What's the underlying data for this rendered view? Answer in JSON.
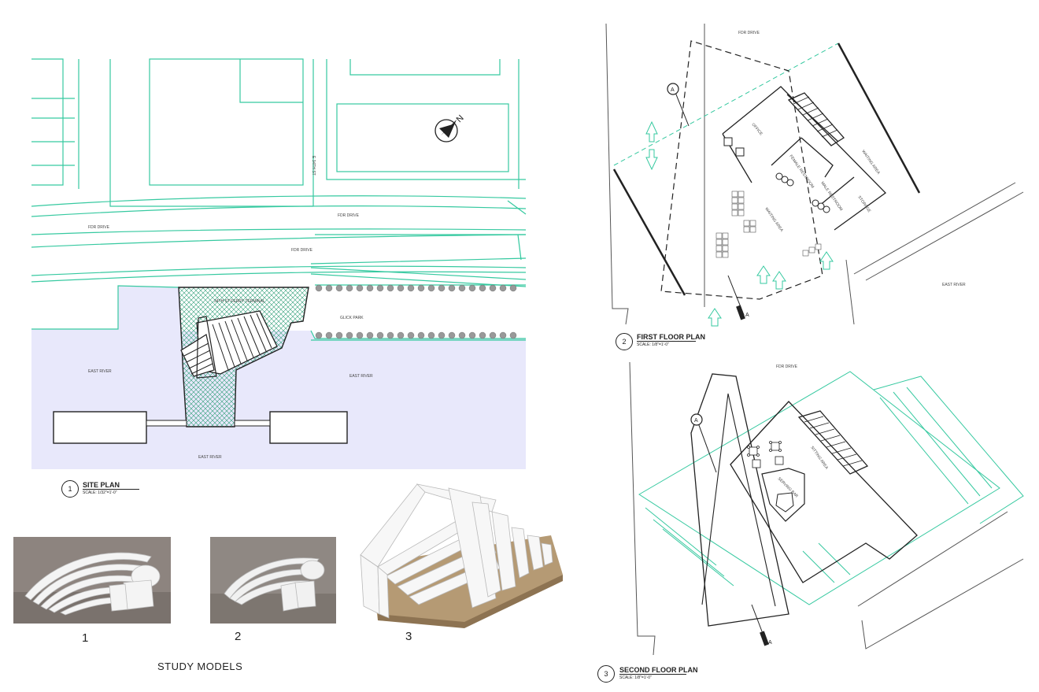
{
  "site_plan": {
    "number": "1",
    "title": "SITE PLAN",
    "scale": "SCALE: 1/32\"=1'-0\"",
    "labels": {
      "fdr_drive_1": "FDR DRIVE",
      "fdr_drive_2": "FDR DRIVE",
      "fdr_drive_3": "FDR DRIVE",
      "street": "E 34TH ST",
      "east_river_left": "EAST RIVER",
      "east_river_right": "EAST RIVER",
      "east_river_bottom": "EAST RIVER",
      "glick_park": "GLICK PARK",
      "terminal": "34TH ST FERRY TERMINAL"
    },
    "colors": {
      "line": "#36c9a0",
      "water": "#e8e8fb",
      "hatch": "#2f9e77"
    }
  },
  "first_floor_plan": {
    "number": "2",
    "title": "FIRST FLOOR PLAN",
    "scale": "SCALE: 1/8\"=1'-0\"",
    "labels": {
      "fdr_drive": "FDR DRIVE",
      "east_river": "EAST RIVER",
      "office": "OFFICE",
      "waiting_area_1": "WAITING AREA",
      "waiting_area_2": "WAITING AREA",
      "female_restroom": "FEMALE RESTROOM",
      "male_restroom": "MALE RESTROOM",
      "storage": "STORAGE",
      "section_marker": "A"
    }
  },
  "second_floor_plan": {
    "number": "3",
    "title": "SECOND FLOOR PLAN",
    "scale": "SCALE: 1/8\"=1'-0\"",
    "labels": {
      "fdr_drive": "FDR DRIVE",
      "sitting_area": "SITTING AREA",
      "serving_bar": "SERVING BAR",
      "section_marker": "A"
    }
  },
  "study_models": {
    "title": "STUDY MODELS",
    "items": [
      {
        "number": "1"
      },
      {
        "number": "2"
      },
      {
        "number": "3"
      }
    ]
  }
}
